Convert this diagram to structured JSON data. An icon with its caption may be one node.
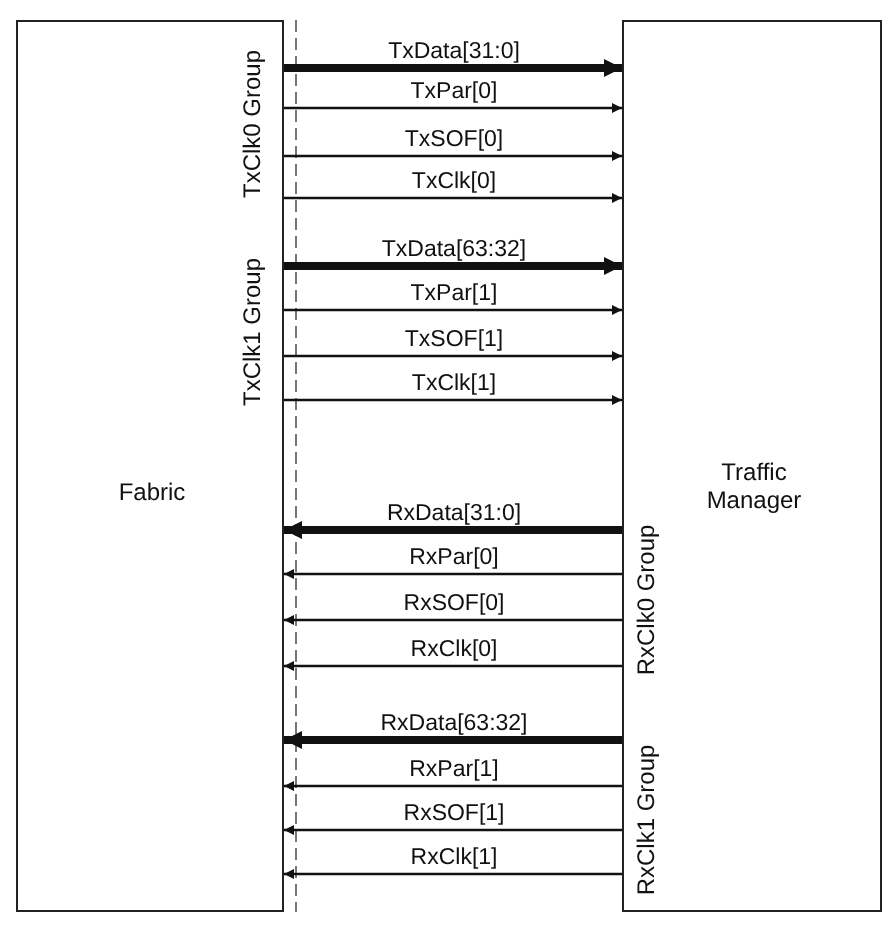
{
  "diagram": {
    "nodes": [
      {
        "text": [
          "Fabric"
        ]
      },
      {
        "text": [
          "Traffic Manager"
        ]
      }
    ],
    "edges": [
      {
        "from": 0,
        "to": 1,
        "arrow": "to",
        "label": "TxData[31:0]",
        "style": "thick"
      },
      {
        "from": 0,
        "to": 1,
        "arrow": "to",
        "label": "TxPar[0]"
      },
      {
        "from": 0,
        "to": 1,
        "arrow": "to",
        "label": "TxSOF[0]"
      },
      {
        "from": 0,
        "to": 1,
        "arrow": "to",
        "label": "TxClk[0]"
      },
      {
        "from": 0,
        "to": 1,
        "arrow": "to",
        "label": "TxData[63:32]",
        "style": "thick"
      },
      {
        "from": 0,
        "to": 1,
        "arrow": "to",
        "label": "TxPar[1]"
      },
      {
        "from": 0,
        "to": 1,
        "arrow": "to",
        "label": "TxSOF[1]"
      },
      {
        "from": 0,
        "to": 1,
        "arrow": "to",
        "label": "TxClk[1]"
      },
      {
        "from": 1,
        "to": 0,
        "arrow": "to",
        "label": "RxData[31:0]",
        "style": "thick"
      },
      {
        "from": 1,
        "to": 0,
        "arrow": "to",
        "label": "RxPar[0]"
      },
      {
        "from": 1,
        "to": 0,
        "arrow": "to",
        "label": "RxSOF[0]"
      },
      {
        "from": 1,
        "to": 0,
        "arrow": "to",
        "label": "RxClk[0]"
      },
      {
        "from": 1,
        "to": 0,
        "arrow": "to",
        "label": "RxData[63:32]",
        "style": "thick"
      },
      {
        "from": 1,
        "to": 0,
        "arrow": "to",
        "label": "RxPar[1]"
      },
      {
        "from": 1,
        "to": 0,
        "arrow": "to",
        "label": "RxSOF[1]"
      },
      {
        "from": 1,
        "to": 0,
        "arrow": "to",
        "label": "RxClk[1]"
      }
    ],
    "labels": [
      "TxClk0 Group",
      "TxClk1 Group",
      "RxClk0 Group",
      "RxClk1 Group"
    ]
  }
}
